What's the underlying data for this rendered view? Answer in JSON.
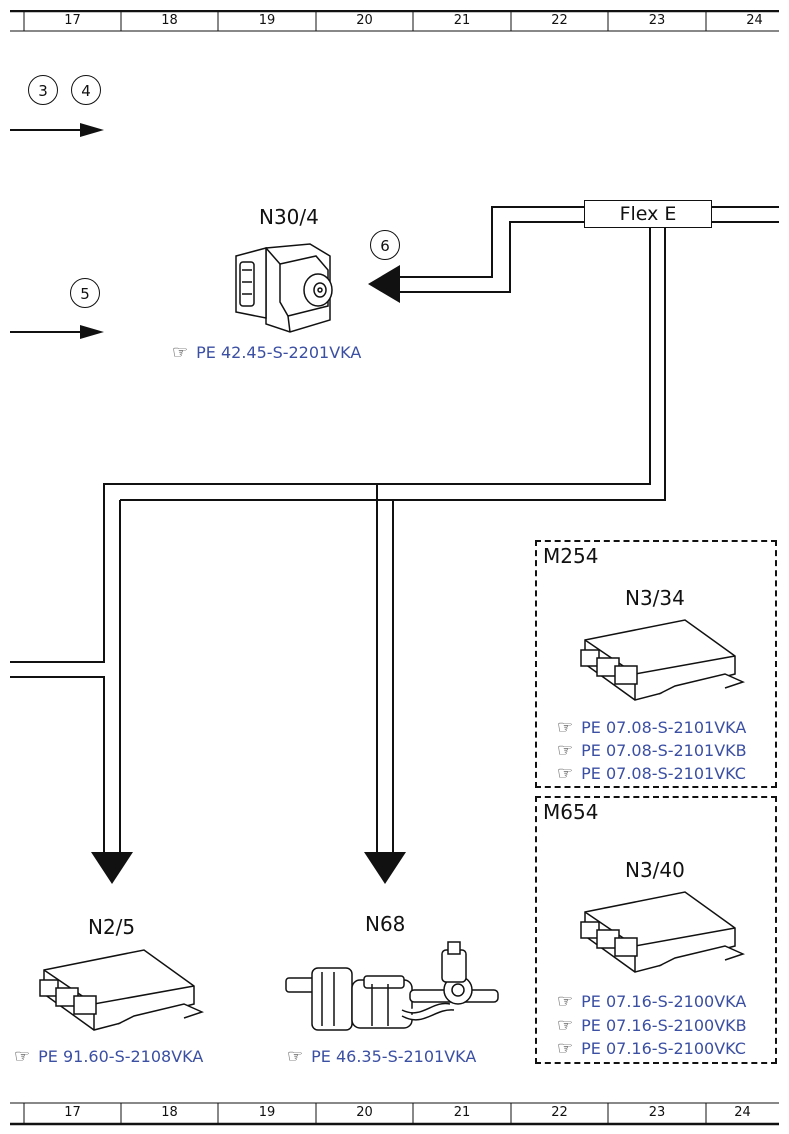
{
  "ruler": [
    "17",
    "18",
    "19",
    "20",
    "21",
    "22",
    "23",
    "24"
  ],
  "markers": [
    "3",
    "4",
    "5",
    "6"
  ],
  "bus": {
    "label": "Flex E"
  },
  "components": {
    "n30_4": {
      "label": "N30/4",
      "ref": "PE 42.45-S-2201VKA"
    },
    "n2_5": {
      "label": "N2/5",
      "ref": "PE 91.60-S-2108VKA"
    },
    "n68": {
      "label": "N68",
      "ref": "PE 46.35-S-2101VKA"
    }
  },
  "groups": {
    "m254": {
      "title": "M254",
      "component": "N3/34",
      "refs": [
        "PE 07.08-S-2101VKA",
        "PE 07.08-S-2101VKB",
        "PE 07.08-S-2101VKC"
      ]
    },
    "m654": {
      "title": "M654",
      "component": "N3/40",
      "refs": [
        "PE 07.16-S-2100VKA",
        "PE 07.16-S-2100VKB",
        "PE 07.16-S-2100VKC"
      ]
    }
  }
}
